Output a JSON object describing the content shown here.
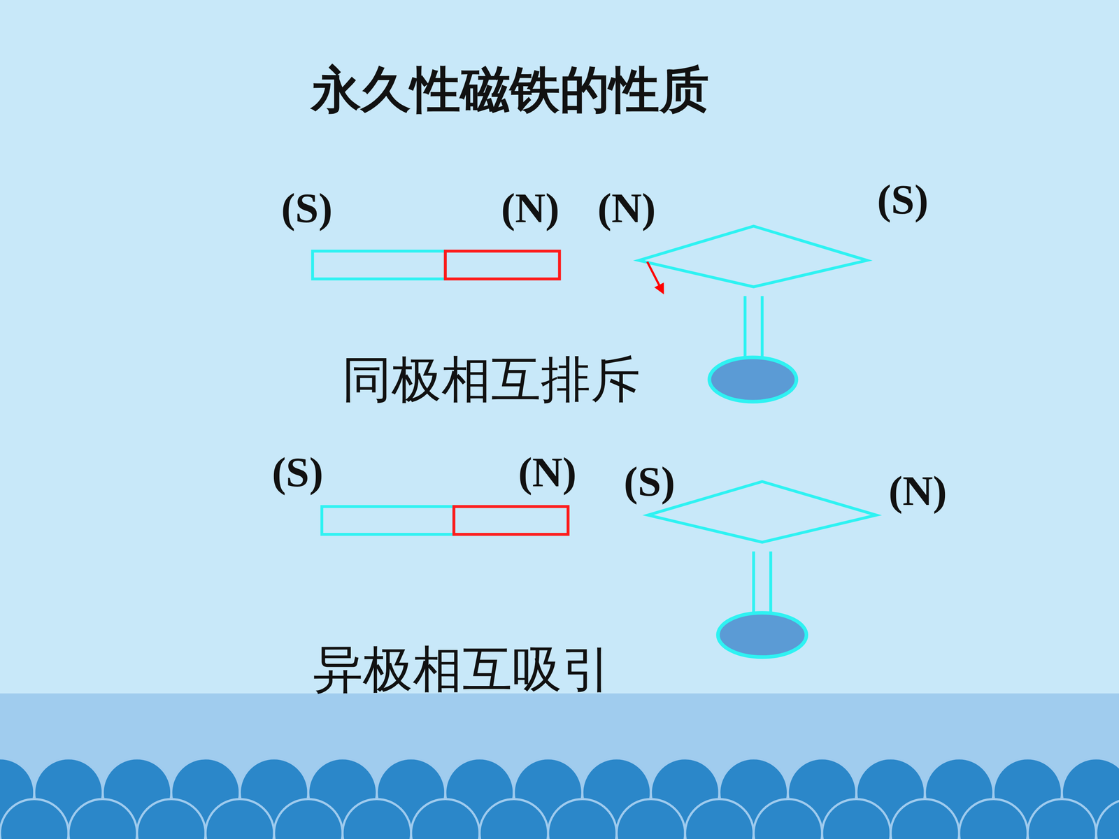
{
  "diagram": {
    "title": "永久性磁铁的性质",
    "labels": [
      "(S)",
      "(N)",
      "(N)",
      "(S)",
      "同极相互排斥",
      "(S)",
      "(N)",
      "(S)",
      "(N)",
      "异极相互吸引"
    ]
  }
}
